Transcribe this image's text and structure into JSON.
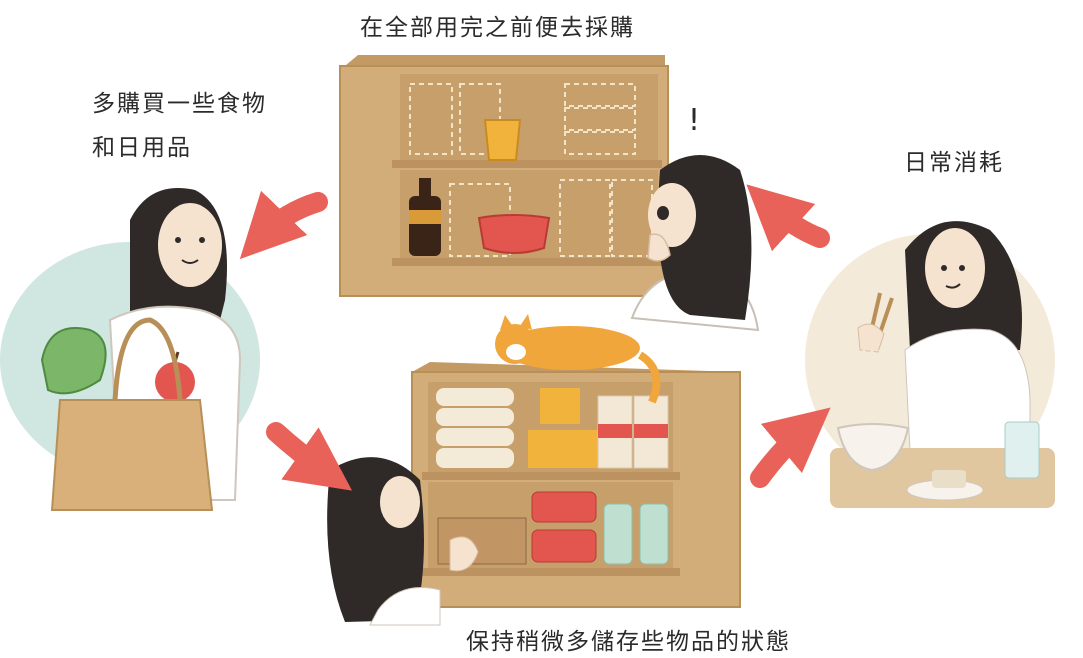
{
  "captions": {
    "top": "在全部用完之前便去採購",
    "left": "多購買一些食物\n和日用品",
    "right": "日常消耗",
    "bottom": "保持稍微多儲存些物品的狀態"
  },
  "colors": {
    "arrow": "#e8625a",
    "shelf": "#d2ad7a",
    "shelf_dark": "#b98f58",
    "hair": "#2f2a28",
    "skin": "#f6e3cf",
    "bg_left": "#cfe6e1",
    "bg_right": "#f4ead9"
  }
}
